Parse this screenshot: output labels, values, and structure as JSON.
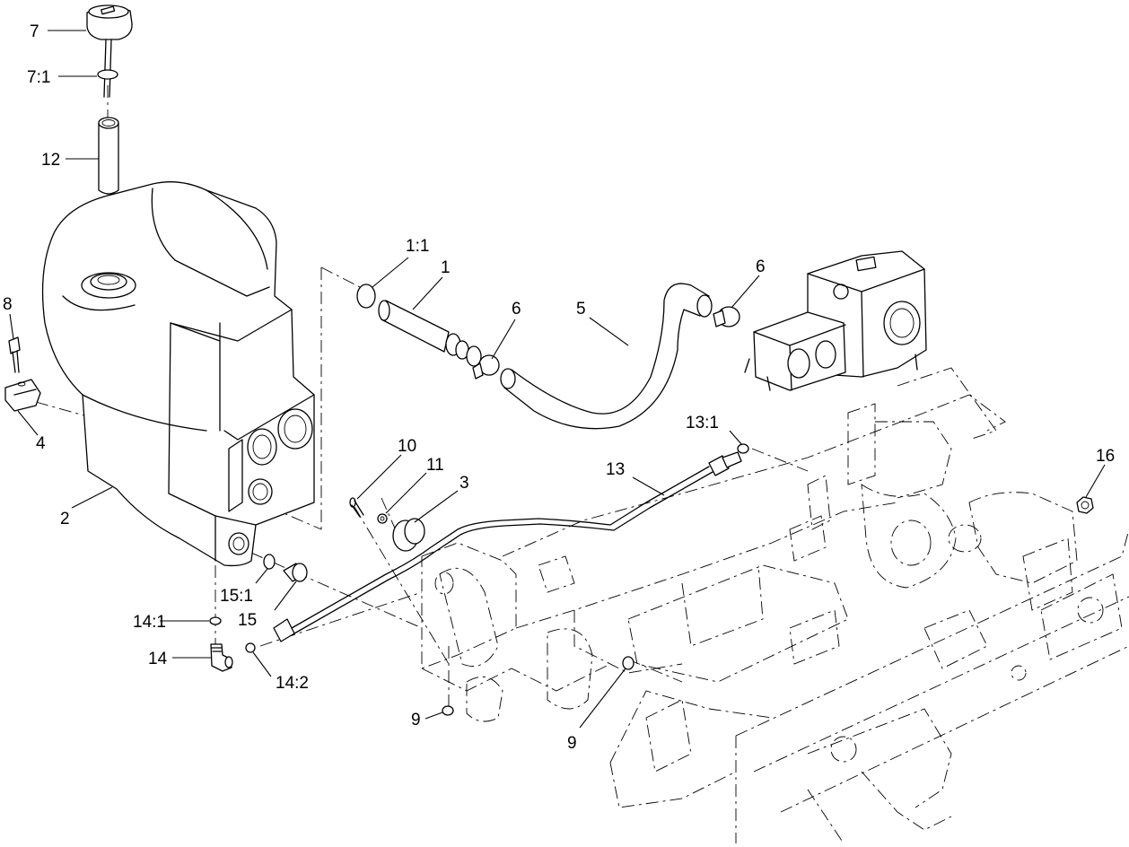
{
  "diagram": {
    "callouts": [
      {
        "key": "c7",
        "text": "7"
      },
      {
        "key": "c7_1",
        "text": "7:1"
      },
      {
        "key": "c12",
        "text": "12"
      },
      {
        "key": "c8",
        "text": "8"
      },
      {
        "key": "c4",
        "text": "4"
      },
      {
        "key": "c2",
        "text": "2"
      },
      {
        "key": "c1_1",
        "text": "1:1"
      },
      {
        "key": "c1",
        "text": "1"
      },
      {
        "key": "c6a",
        "text": "6"
      },
      {
        "key": "c5",
        "text": "5"
      },
      {
        "key": "c6b",
        "text": "6"
      },
      {
        "key": "c10",
        "text": "10"
      },
      {
        "key": "c11",
        "text": "11"
      },
      {
        "key": "c3",
        "text": "3"
      },
      {
        "key": "c13",
        "text": "13"
      },
      {
        "key": "c13_1",
        "text": "13:1"
      },
      {
        "key": "c16",
        "text": "16"
      },
      {
        "key": "c15_1",
        "text": "15:1"
      },
      {
        "key": "c15",
        "text": "15"
      },
      {
        "key": "c14_1",
        "text": "14:1"
      },
      {
        "key": "c14",
        "text": "14"
      },
      {
        "key": "c14_2",
        "text": "14:2"
      },
      {
        "key": "c9a",
        "text": "9"
      },
      {
        "key": "c9b",
        "text": "9"
      }
    ]
  }
}
